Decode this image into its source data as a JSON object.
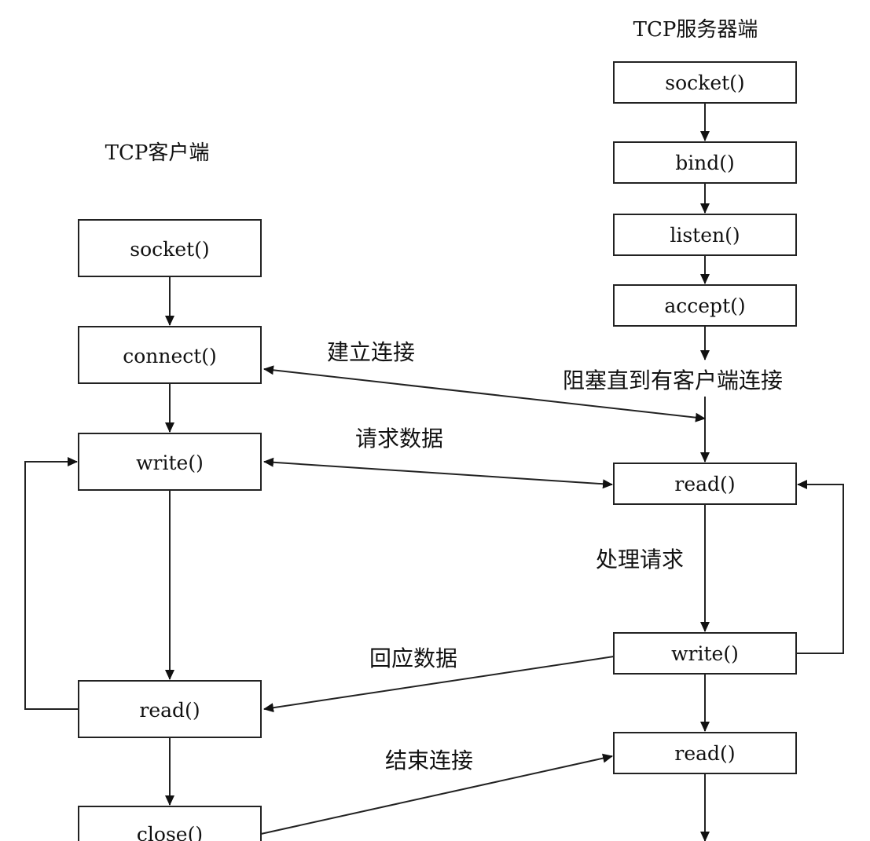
{
  "client": {
    "title": "TCP客户端",
    "boxes": {
      "socket": "socket()",
      "connect": "connect()",
      "write": "write()",
      "read": "read()",
      "close": "close()"
    }
  },
  "server": {
    "title": "TCP服务器端",
    "boxes": {
      "socket": "socket()",
      "bind": "bind()",
      "listen": "listen()",
      "accept": "accept()",
      "read": "read()",
      "write": "write()",
      "read2": "read()"
    },
    "blocking_note": "阻塞直到有客户端连接",
    "process_note": "处理请求"
  },
  "messages": {
    "establish": "建立连接",
    "request": "请求数据",
    "reply": "回应数据",
    "finish": "结束连接"
  }
}
